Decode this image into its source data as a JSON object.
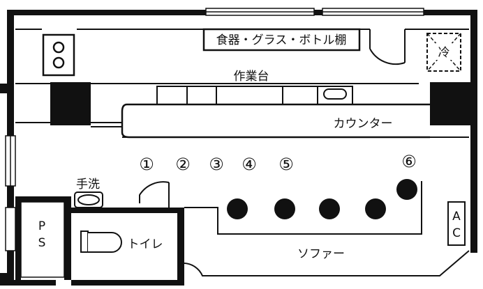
{
  "plan": {
    "shelf_label": "食器・グラス・ボトル棚",
    "workbench_label": "作業台",
    "counter_label": "カウンター",
    "fridge_label": "冷",
    "handwash_label": "手洗",
    "toilet_label": "トイレ",
    "sofa_label": "ソファー",
    "ps_label_top": "P",
    "ps_label_bottom": "S",
    "ac_label_top": "A",
    "ac_label_bottom": "C",
    "seats": [
      "①",
      "②",
      "③",
      "④",
      "⑤",
      "⑥"
    ]
  }
}
